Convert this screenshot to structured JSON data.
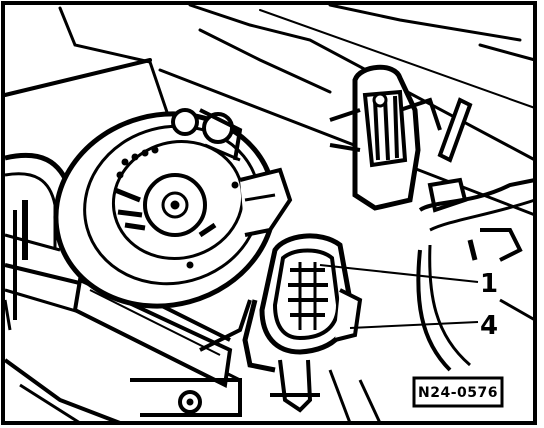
{
  "figure": {
    "callouts": [
      {
        "id": "1",
        "label": "1"
      },
      {
        "id": "4",
        "label": "4"
      }
    ],
    "reference_code": "N24-0576"
  }
}
